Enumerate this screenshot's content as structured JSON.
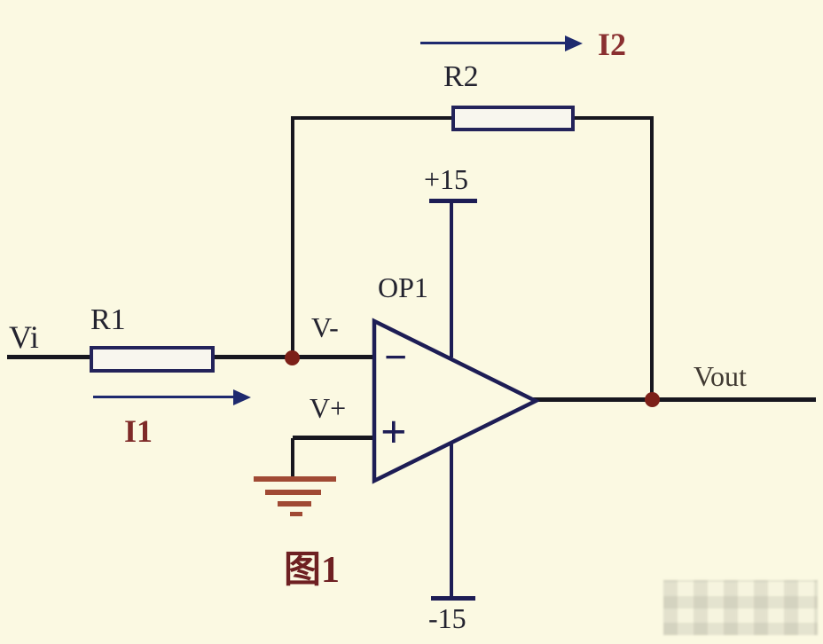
{
  "figure": {
    "caption": "图1",
    "background_color": "#fbf9e2"
  },
  "colors": {
    "wire": "#17171f",
    "component_outline": "#23235a",
    "opamp_outline": "#1d1d55",
    "current_arrow": "#1e2a6e",
    "current_label": "#8a3030",
    "node_dot": "#7c2018",
    "ground": "#a04a34",
    "caption": "#6e2022",
    "text": "#23232f",
    "vout_text": "#403a32"
  },
  "input": {
    "source_label": "Vi",
    "resistor_label": "R1",
    "current_label": "I1"
  },
  "feedback": {
    "resistor_label": "R2",
    "current_label": "I2"
  },
  "opamp": {
    "name": "OP1",
    "inverting_input_label": "V-",
    "noninverting_input_label": "V+",
    "minus_symbol": "−",
    "plus_symbol": "+",
    "positive_supply_label": "+15",
    "negative_supply_label": "-15"
  },
  "output": {
    "label": "Vout"
  }
}
